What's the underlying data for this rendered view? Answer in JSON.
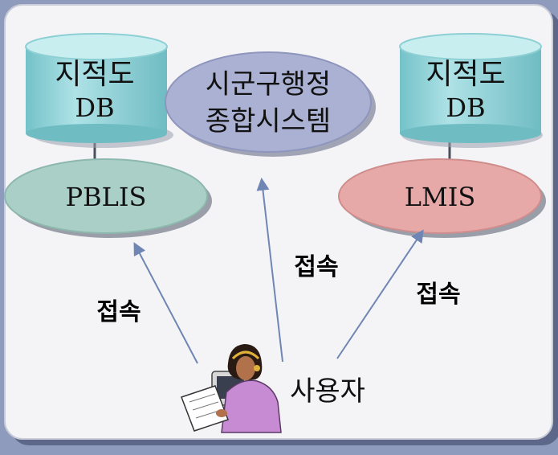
{
  "nodes": {
    "db_left": {
      "line1": "지적도",
      "line2": "DB"
    },
    "db_right": {
      "line1": "지적도",
      "line2": "DB"
    },
    "center_system": {
      "line1": "시군구행정",
      "line2": "종합시스템"
    },
    "pblis": {
      "label": "PBLIS"
    },
    "lmis": {
      "label": "LMIS"
    },
    "user": {
      "label": "사용자"
    }
  },
  "edges": {
    "left_access": "접속",
    "center_access": "접속",
    "right_access": "접속"
  },
  "colors": {
    "background": "#8f9bbd",
    "panel": "#f4f4f6",
    "db_fill": "#8fd3d8",
    "pblis_fill": "#aacfc6",
    "center_fill": "#aab1d3",
    "lmis_fill": "#e7a9a8",
    "arrow": "#6f86b5"
  },
  "icons": {
    "user_figure": "person-at-laptop-icon"
  }
}
